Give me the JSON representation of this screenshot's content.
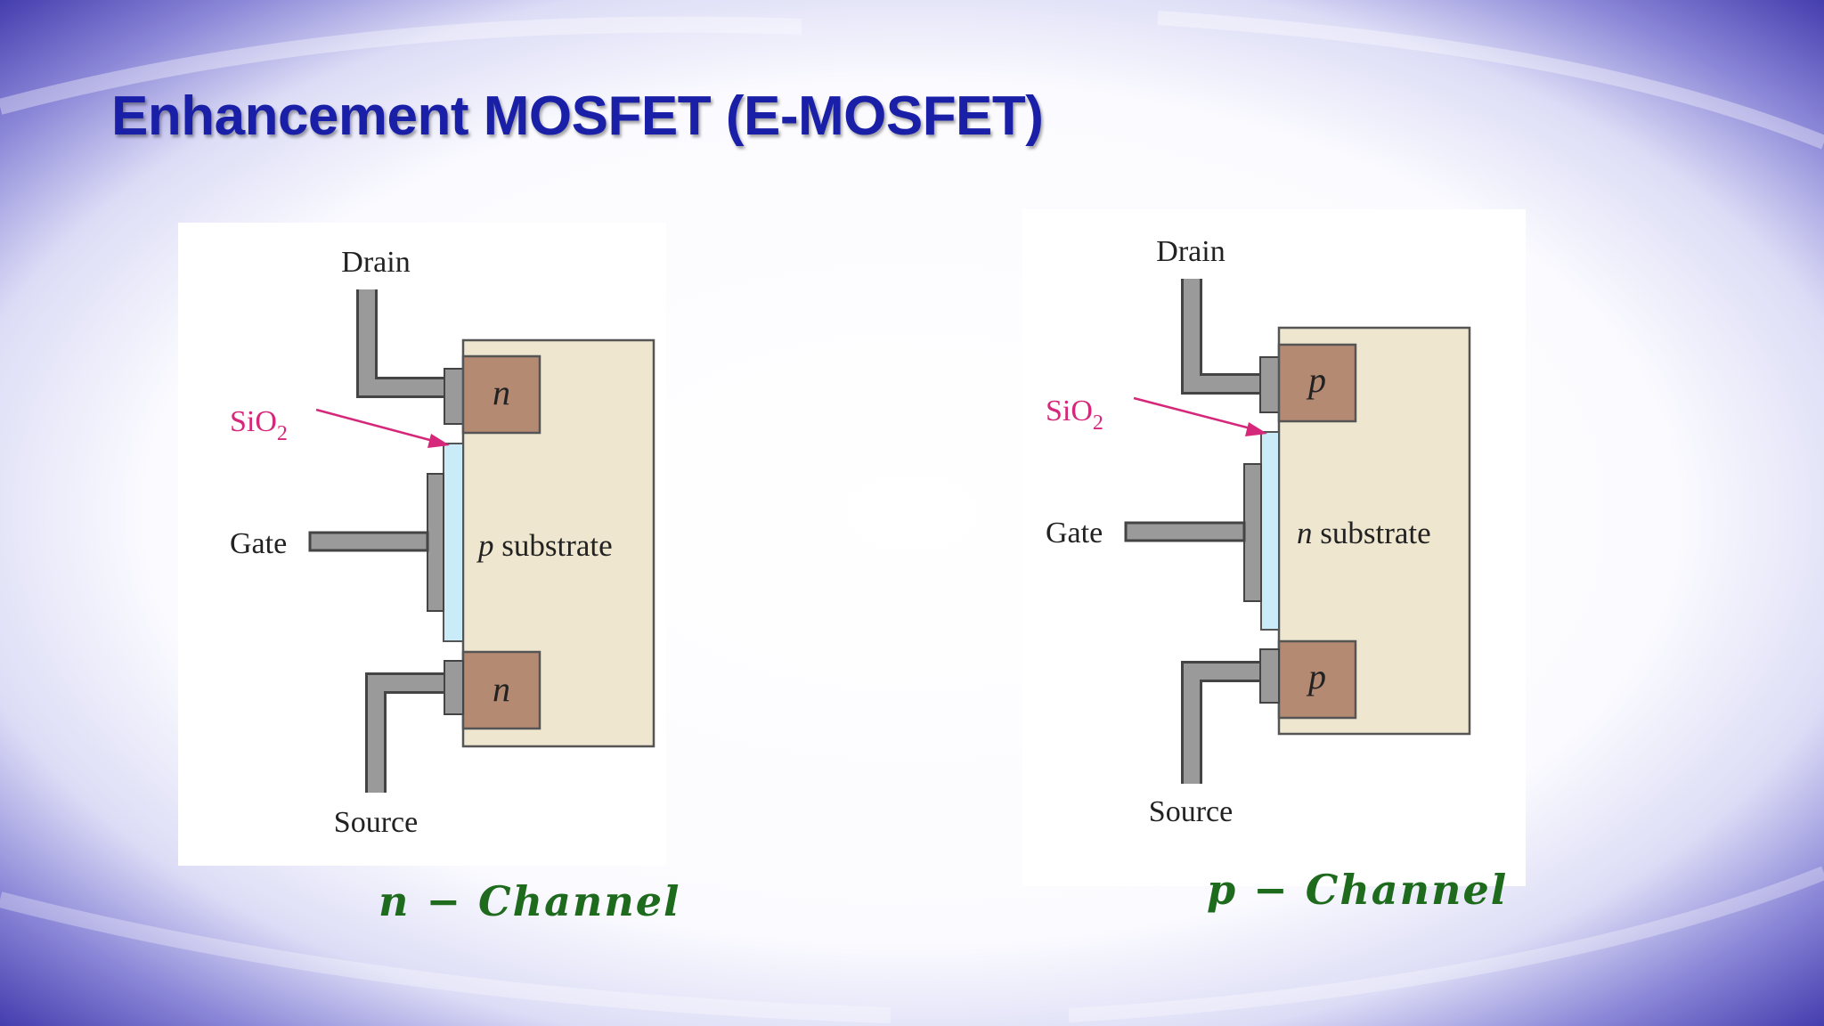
{
  "slide": {
    "title": "Enhancement MOSFET (E-MOSFET)"
  },
  "colors": {
    "title": "#1a1fa8",
    "substrate": "#efe6cf",
    "doped_region": "#b58a73",
    "oxide": "#c9ecf8",
    "metal": "#9a9a9a",
    "sio2_label": "#d6287a",
    "caption": "#1e6b1e"
  },
  "diagrams": [
    {
      "labels": {
        "drain": "Drain",
        "source": "Source",
        "gate": "Gate",
        "sio2_main": "SiO",
        "sio2_sub": "2",
        "top_region": "n",
        "bottom_region": "n",
        "substrate_letter": "p",
        "substrate_word": " substrate"
      },
      "caption": "n − Channel"
    },
    {
      "labels": {
        "drain": "Drain",
        "source": "Source",
        "gate": "Gate",
        "sio2_main": "SiO",
        "sio2_sub": "2",
        "top_region": "p",
        "bottom_region": "p",
        "substrate_letter": "n",
        "substrate_word": " substrate"
      },
      "caption": "p − Channel"
    }
  ]
}
